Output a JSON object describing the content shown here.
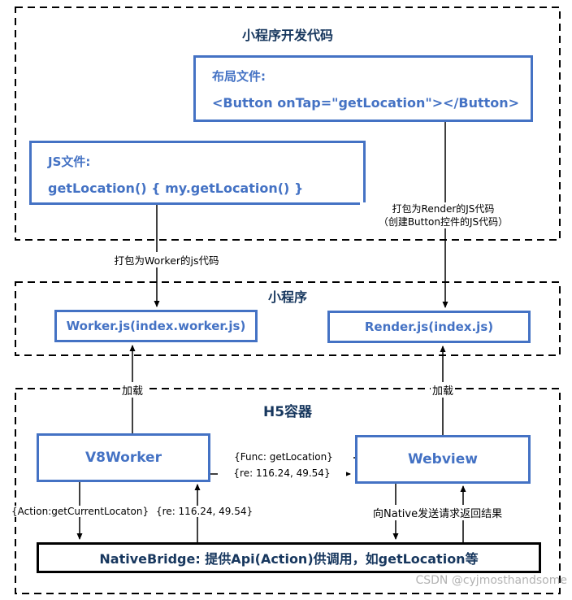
{
  "colors": {
    "accent_blue": "#4472C4",
    "title_navy": "#17375E",
    "line_black": "#000000",
    "watermark_gray": "#B3B3B3"
  },
  "sections": {
    "dev_code": {
      "title": "小程序开发代码"
    },
    "miniapp": {
      "title": "小程序"
    },
    "h5_container": {
      "title": "H5容器"
    }
  },
  "boxes": {
    "layout_file": {
      "line1": "布局文件:",
      "line2": "<Button onTap=\"getLocation\"></Button>"
    },
    "js_file": {
      "line1": "JS文件:",
      "line2": "getLocation() { my.getLocation() }"
    },
    "worker_js": {
      "label": "Worker.js(index.worker.js)"
    },
    "render_js": {
      "label": "Render.js(index.js)"
    },
    "v8worker": {
      "label": "V8Worker"
    },
    "webview": {
      "label": "Webview"
    },
    "nativebridge": {
      "label": "NativeBridge: 提供Api(Action)供调用，如getLocation等"
    }
  },
  "edge_labels": {
    "pack_worker": "打包为Worker的js代码",
    "pack_render_line1": "打包为Render的JS代码",
    "pack_render_line2": "（创建Button控件的JS代码）",
    "load_left": "加载",
    "load_right": "加载",
    "func_get_location": "{Func: getLocation}",
    "re_coords_mid": "{re: 116.24, 49.54}",
    "action_get_current_location": "{Action:getCurrentLocaton}",
    "re_coords_bottom": "{re: 116.24, 49.54}",
    "request_to_native": "向Native发送请求返回结果"
  },
  "watermark": "CSDN @cyjmosthandsome"
}
